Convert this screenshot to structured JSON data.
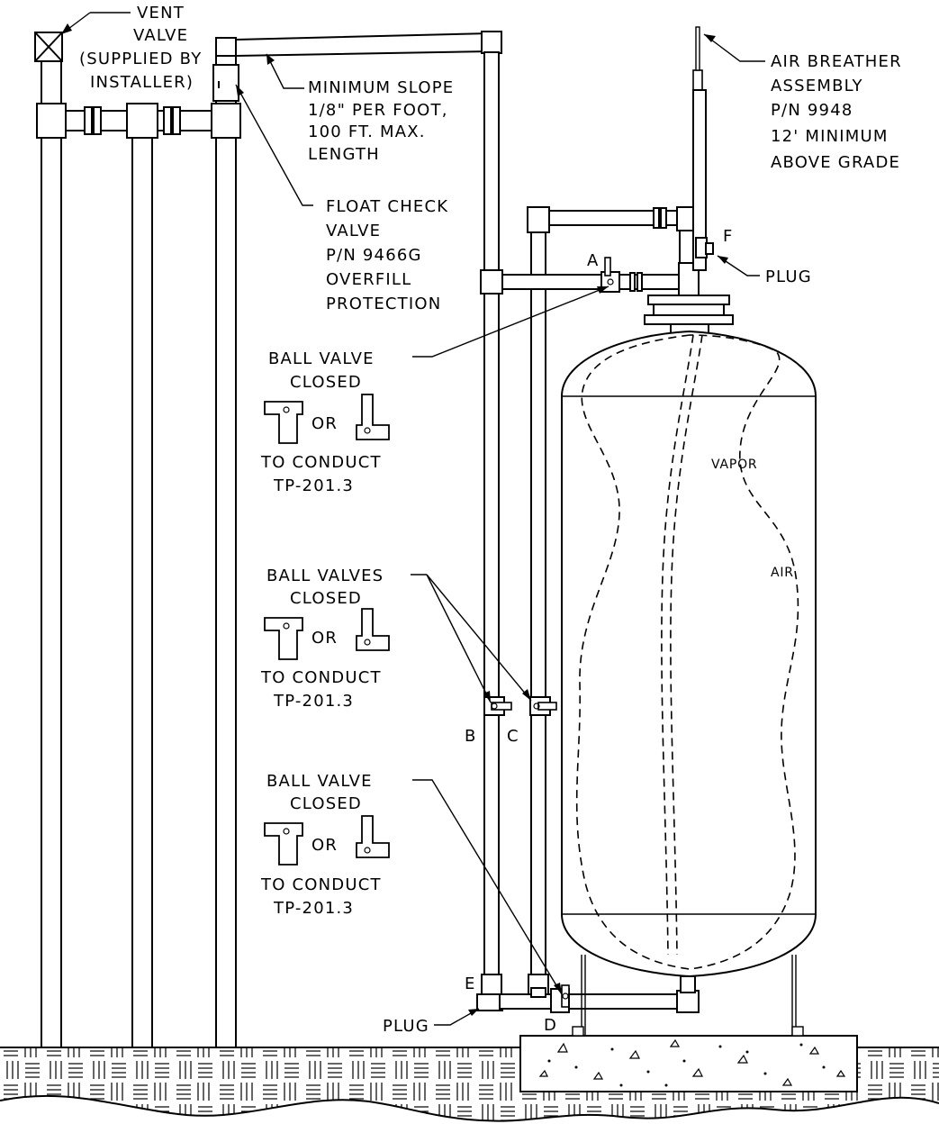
{
  "labels": {
    "vent_valve": [
      "VENT",
      "VALVE",
      "(SUPPLIED BY",
      "INSTALLER)"
    ],
    "min_slope": [
      "MINIMUM SLOPE",
      "1/8\" PER FOOT,",
      "100 FT. MAX.",
      "LENGTH"
    ],
    "float_check": [
      "FLOAT CHECK",
      "VALVE",
      "P/N 9466G",
      "OVERFILL",
      "PROTECTION"
    ],
    "air_breather": [
      "AIR BREATHER",
      "ASSEMBLY",
      "P/N 9948",
      "12' MINIMUM",
      "ABOVE GRADE"
    ],
    "plug_top": "PLUG",
    "plug_bottom": "PLUG",
    "note1": {
      "heading": [
        "BALL VALVE",
        "CLOSED"
      ],
      "or": "OR",
      "footer": [
        "TO CONDUCT",
        "TP-201.3"
      ]
    },
    "note2": {
      "heading": [
        "BALL VALVES",
        "CLOSED"
      ],
      "or": "OR",
      "footer": [
        "TO CONDUCT",
        "TP-201.3"
      ]
    },
    "note3": {
      "heading": [
        "BALL VALVE",
        "CLOSED"
      ],
      "or": "OR",
      "footer": [
        "TO CONDUCT",
        "TP-201.3"
      ]
    },
    "vapor": "VAPOR",
    "air": "AIR",
    "letter_a": "A",
    "letter_b": "B",
    "letter_c": "C",
    "letter_d": "D",
    "letter_e": "E",
    "letter_f": "F"
  }
}
